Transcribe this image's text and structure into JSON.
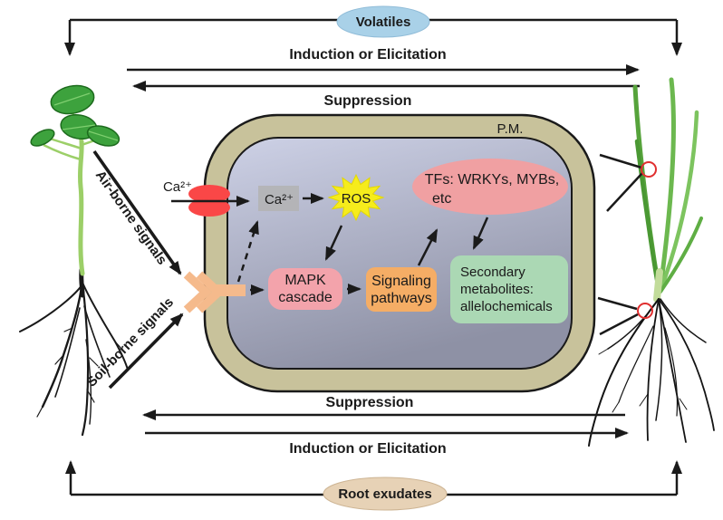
{
  "figure": {
    "top": {
      "volatiles": "Volatiles",
      "induction": "Induction or Elicitation",
      "suppression": "Suppression"
    },
    "bottom": {
      "suppression": "Suppression",
      "induction": "Induction or Elicitation",
      "root_exudates": "Root exudates"
    },
    "signals": {
      "airborne": "Air-borne signals",
      "soilborne": "Soil-borne signals"
    },
    "cell": {
      "membrane_label": "P.M.",
      "ca_outside": "Ca²⁺",
      "ca_inside": "Ca²⁺",
      "ros": "ROS",
      "mapk": {
        "line1": "MAPK",
        "line2": "cascade"
      },
      "signaling": {
        "line1": "Signaling",
        "line2": "pathways"
      },
      "tfs": {
        "line1": "TFs: WRKYs, MYBs,",
        "line2": "etc"
      },
      "metabolites": {
        "line1": "Secondary",
        "line2": "metabolites:",
        "line3": "allelochemicals"
      }
    },
    "colors": {
      "volatiles_fill": "#a9d1e8",
      "root_exudates_fill": "#e7d2b6",
      "membrane_fill": "#c8c29b",
      "cytoplasm_top": "#cdd1e6",
      "cytoplasm_bottom": "#8e91a5",
      "ca_channel_red": "#fa4747",
      "ca_box_gray": "#b3b3b3",
      "ros_yellow": "#f6ec1c",
      "mapk_pink": "#f3a3ab",
      "signaling_orange": "#f5ad65",
      "tfs_pink": "#f0a0a2",
      "metabolites_green": "#abd8b4",
      "receptor_orange": "#f5ba8c",
      "zoom_circle_red": "#e02f2f"
    }
  }
}
